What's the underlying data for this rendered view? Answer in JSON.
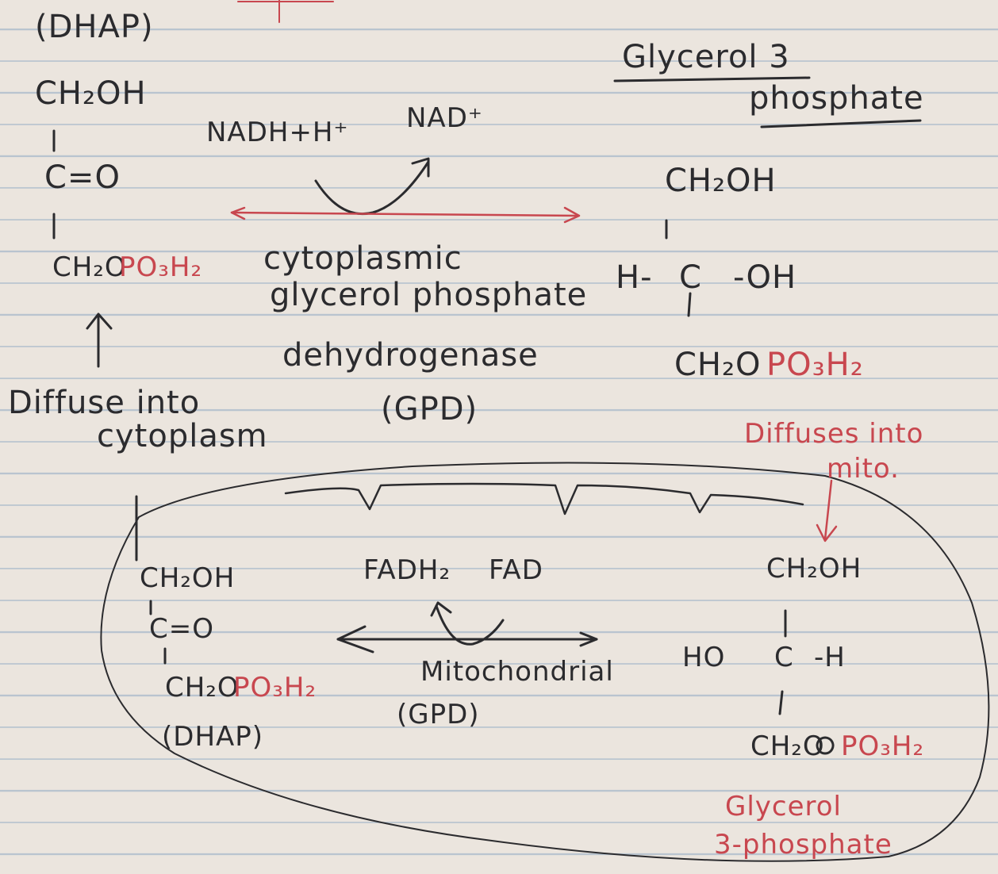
{
  "colors": {
    "ink": "#2b2b2e",
    "red_ink": "#c8474f",
    "paper": "#ebe5de",
    "rule": "#b9c4cf"
  },
  "cytoplasm": {
    "dhap_label": "(DHAP)",
    "dhap": {
      "top": "CH₂OH",
      "mid": "C=O",
      "bottom_left": "CH₂O",
      "bottom_right": "PO₃H₂"
    },
    "cofactor_in": "NADH+H⁺",
    "cofactor_out": "NAD⁺",
    "enzyme": [
      "cytoplasmic",
      "glycerol phosphate",
      "dehydrogenase",
      "(GPD)"
    ],
    "g3p_title": [
      "Glycerol 3",
      "phosphate"
    ],
    "g3p": {
      "top": "CH₂OH",
      "mid_left": "H-",
      "mid_c": "C",
      "mid_right": "-OH",
      "bottom_left": "CH₂O",
      "bottom_right": "PO₃H₂"
    },
    "diffuse_cyto": [
      "Diffuse into",
      "cytoplasm"
    ],
    "diffuse_mito": [
      "Diffuses into",
      "mito."
    ]
  },
  "mitochondria": {
    "dhap": {
      "top": "CH₂OH",
      "mid": "C=O",
      "bottom_left": "CH₂O",
      "bottom_right": "PO₃H₂"
    },
    "dhap_label": "(DHAP)",
    "cofactor_in": "FADH₂",
    "cofactor_out": "FAD",
    "enzyme": [
      "Mitochondrial",
      "(GPD)"
    ],
    "g3p": {
      "top": "CH₂OH",
      "mid_left": "HO",
      "mid_c": "C",
      "mid_right": "-H",
      "bottom_left": "CH₂O",
      "bottom_right": "PO₃H₂"
    },
    "g3p_label": [
      "Glycerol",
      "3-phosphate"
    ]
  }
}
